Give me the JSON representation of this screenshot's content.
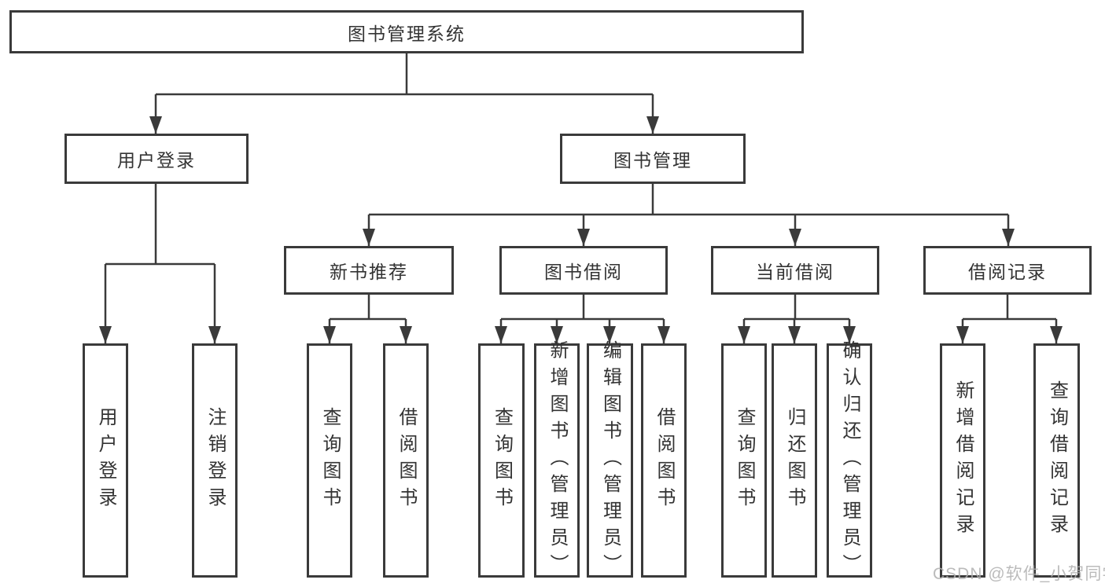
{
  "diagram": {
    "nodes": {
      "root": "图书管理系统",
      "user_login": "用户登录",
      "book_mgmt": "图书管理",
      "new_book_rec": "新书推荐",
      "book_borrow": "图书借阅",
      "current_borrow": "当前借阅",
      "borrow_record": "借阅记录",
      "leaf_user_login": "用户登录",
      "leaf_logout": "注销登录",
      "leaf_nb_query": "查询图书",
      "leaf_nb_borrow": "借阅图书",
      "leaf_bb_query": "查询图书",
      "leaf_bb_add": "新增图书（管理员）",
      "leaf_bb_edit": "编辑图书（管理员）",
      "leaf_bb_borrow": "借阅图书",
      "leaf_cb_query": "查询图书",
      "leaf_cb_return": "归还图书",
      "leaf_cb_confirm": "确认归还（管理员）",
      "leaf_br_add": "新增借阅记录",
      "leaf_br_query": "查询借阅记录"
    },
    "hierarchy": {
      "图书管理系统": {
        "用户登录": [
          "用户登录",
          "注销登录"
        ],
        "图书管理": {
          "新书推荐": [
            "查询图书",
            "借阅图书"
          ],
          "图书借阅": [
            "查询图书",
            "新增图书（管理员）",
            "编辑图书（管理员）",
            "借阅图书"
          ],
          "当前借阅": [
            "查询图书",
            "归还图书",
            "确认归还（管理员）"
          ],
          "借阅记录": [
            "新增借阅记录",
            "查询借阅记录"
          ]
        }
      }
    },
    "colors": {
      "background": "#ffffff",
      "line": "#3a3a3a",
      "box_border": "#3a3a3a",
      "text": "#333333",
      "watermark": "#afafaf"
    }
  },
  "watermark": {
    "text": "CSDN @软件_小贺同学"
  }
}
